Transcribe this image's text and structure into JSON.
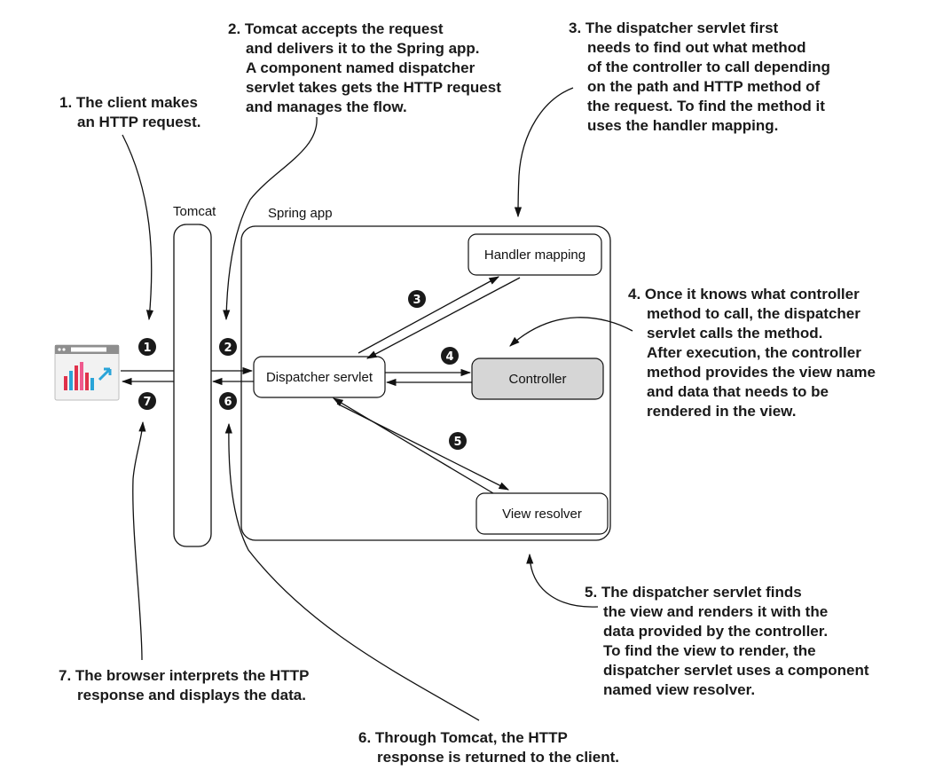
{
  "colors": {
    "badge": "#1a1a1a",
    "controller_fill": "#d6d6d6",
    "chart_red": "#e0314b",
    "chart_blue": "#2aa4d8",
    "chart_pink": "#ef5a8e"
  },
  "containers": {
    "tomcat": "Tomcat",
    "spring_app": "Spring app"
  },
  "components": {
    "handler_mapping": "Handler mapping",
    "dispatcher_servlet": "Dispatcher servlet",
    "controller": "Controller",
    "view_resolver": "View resolver"
  },
  "browser_icon": "browser-window-chart-icon",
  "badges": [
    "1",
    "2",
    "3",
    "4",
    "5",
    "6",
    "7"
  ],
  "notes": {
    "n1": [
      "1. The client makes",
      "an HTTP request."
    ],
    "n2": [
      "2. Tomcat accepts the request",
      "and delivers it to the Spring app.",
      "A component named dispatcher",
      "servlet takes gets the HTTP request",
      "and manages the flow."
    ],
    "n3": [
      "3. The dispatcher servlet first",
      "needs to find out what method",
      "of the controller to call depending",
      "on the path and HTTP method of",
      "the request. To find the method it",
      "uses the handler mapping."
    ],
    "n4": [
      "4. Once it knows what controller",
      "method to call, the dispatcher",
      "servlet calls the method.",
      "After execution, the controller",
      "method provides the view name",
      "and data that needs to be",
      "rendered in the view."
    ],
    "n5": [
      "5. The dispatcher servlet finds",
      "the view and renders it with the",
      "data provided by the controller.",
      "To find the view to render, the",
      "dispatcher servlet uses a component",
      "named view resolver."
    ],
    "n6": [
      "6. Through Tomcat, the HTTP",
      "response is returned to the client."
    ],
    "n7": [
      "7. The browser interprets the HTTP",
      "response and displays the data."
    ]
  }
}
